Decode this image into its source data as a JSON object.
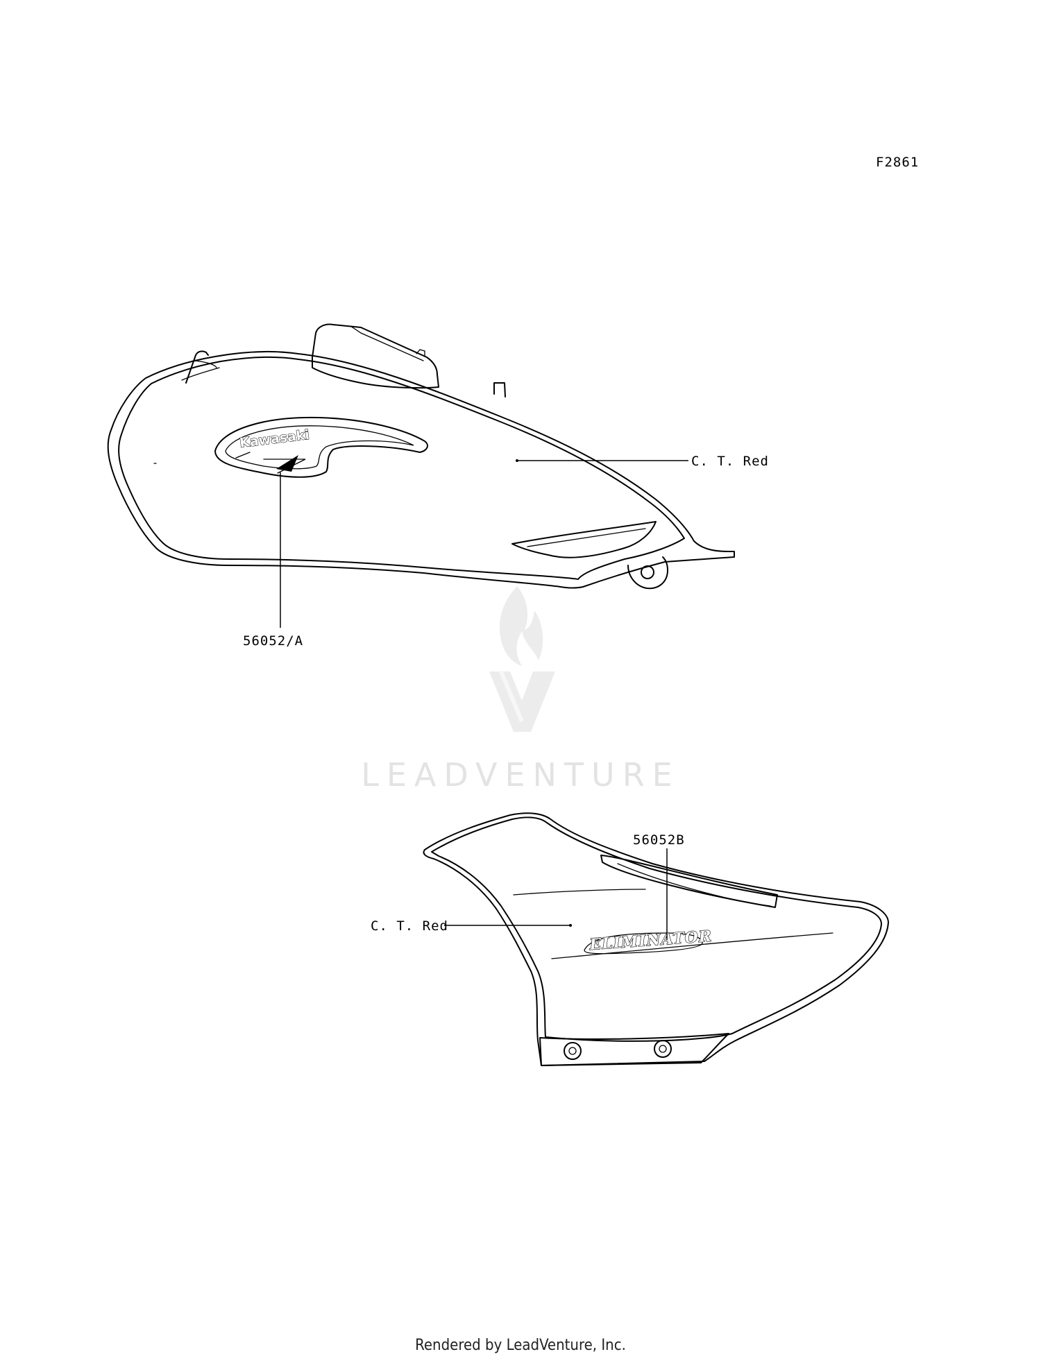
{
  "figure_code": "F2861",
  "tank": {
    "color_label": "C. T. Red",
    "part_label": "56052/A",
    "logo_text": "Kawasaki"
  },
  "side_cover": {
    "part_label": "56052B",
    "color_label": "C. T. Red",
    "logo_text": "ELIMINATOR"
  },
  "watermark": {
    "brand": "LEADVENTURE"
  },
  "footer": {
    "text": "Rendered by LeadVenture, Inc."
  }
}
